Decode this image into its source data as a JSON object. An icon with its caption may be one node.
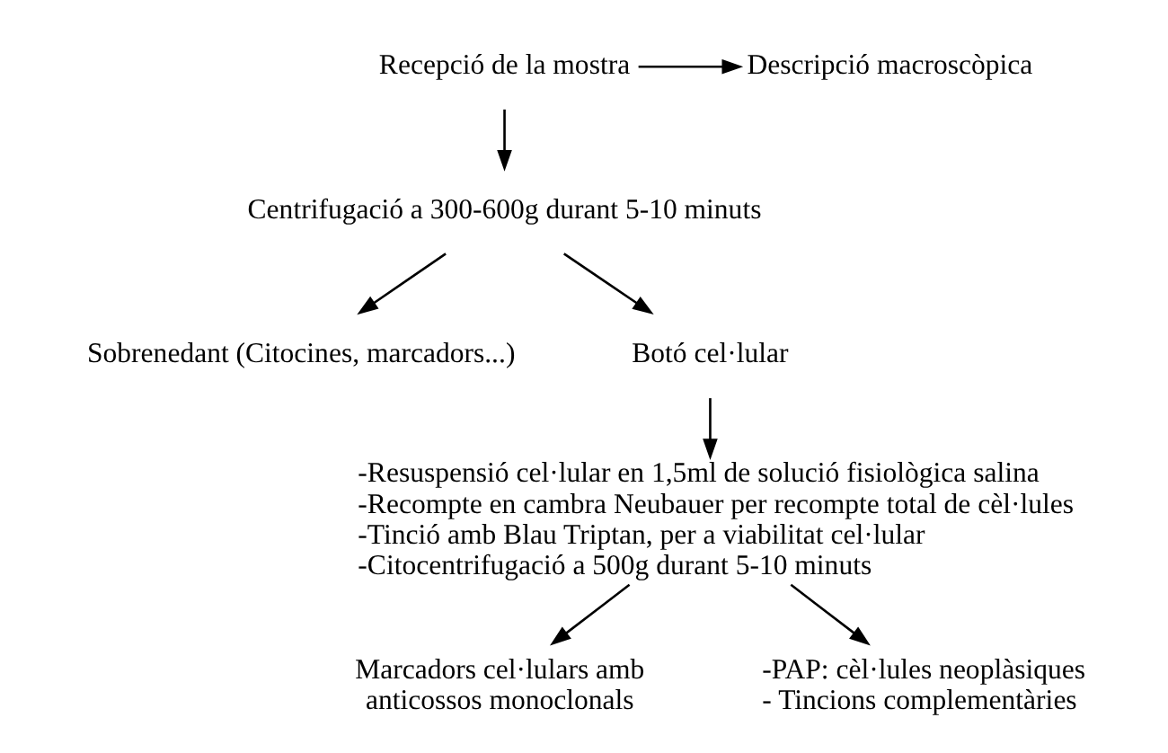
{
  "diagram": {
    "nodes": [
      {
        "text": [
          "Recepció de la mostra"
        ]
      },
      {
        "text": [
          "Descripció macroscòpica"
        ]
      },
      {
        "text": [
          "Centrifugació a 300-600g durant 5-10 minuts"
        ]
      },
      {
        "text": [
          "Sobrenedant (Citocines, marcadors...)"
        ]
      },
      {
        "text": [
          "Botó cel·lular"
        ]
      },
      {
        "text": [
          "-Resuspensió cel·lular en 1,5ml de solució fisiològica salina",
          "-Recompte en cambra Neubauer per recompte total de cèl·lules",
          "-Tinció amb Blau Triptan, per a viabilitat cel·lular",
          "-Citocentrifugació a 500g durant 5-10 minuts"
        ]
      },
      {
        "text": [
          "Marcadors cel·lulars amb anticossos monoclonals"
        ]
      },
      {
        "text": [
          "-PAP: cèl·lules neoplàsiques",
          "- Tincions complementàries"
        ]
      }
    ],
    "edges": [
      {
        "from": 0,
        "to": 2,
        "arrow": "to"
      },
      {
        "from": 0,
        "to": 1,
        "arrow": "to"
      },
      {
        "from": 2,
        "to": 3,
        "arrow": "to"
      },
      {
        "from": 2,
        "to": 4,
        "arrow": "to"
      },
      {
        "from": 4,
        "to": 5,
        "arrow": "to"
      },
      {
        "from": 5,
        "to": 6,
        "arrow": "to"
      },
      {
        "from": 5,
        "to": 7,
        "arrow": "to"
      }
    ]
  }
}
